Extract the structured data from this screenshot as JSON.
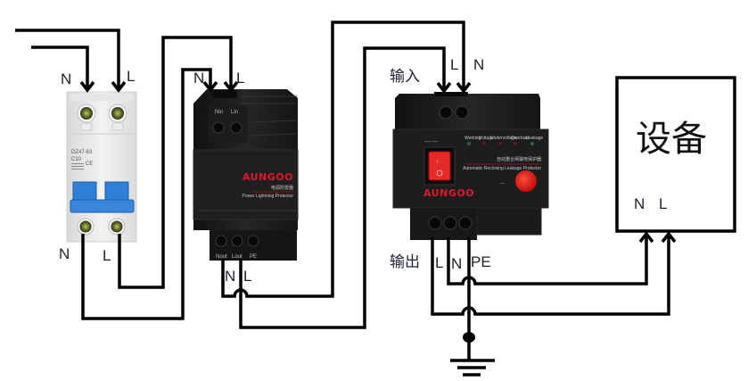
{
  "colors": {
    "wire": "#000000",
    "brand_red": "#e0182d",
    "breaker_handle": "#2f7fd6",
    "device_body": "#1b1b1b"
  },
  "labels": {
    "mains_n": "N",
    "mains_l": "L",
    "breaker_out_n": "N",
    "breaker_out_l": "L",
    "spd_in_n": "N",
    "spd_in_l": "L",
    "spd_out_n": "N",
    "spd_out_l": "L",
    "rcd_input": "输入",
    "rcd_in_l": "L",
    "rcd_in_n": "N",
    "rcd_output": "输出",
    "rcd_out_l": "L",
    "rcd_out_n": "N",
    "rcd_out_pe": "PE",
    "equipment": "设备",
    "equipment_n": "N",
    "equipment_l": "L"
  },
  "breaker": {
    "model": "DZ47-63",
    "rating": "C10"
  },
  "spd": {
    "brand": "AUNGOO",
    "name_cn": "电源防雷器",
    "name_en": "Power Lightning Protector",
    "in_terminals": [
      "Nin",
      "Lin"
    ],
    "out_terminals": [
      "Nout",
      "Lout",
      "PE"
    ]
  },
  "rcd": {
    "brand": "AUNGOO",
    "name_cn": "自动重合闸漏电保护器",
    "name_en": "Automatic Reclosing Leakage Protector",
    "indicators": [
      "Working",
      "Voltage",
      "Undervoltage",
      "Overload",
      "Leakage"
    ]
  }
}
